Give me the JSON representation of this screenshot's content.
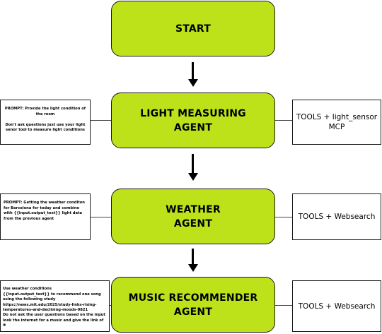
{
  "diagram": {
    "colors": {
      "node_fill": "#bde21a",
      "border": "#1a1a1a",
      "arrow": "#000000"
    },
    "nodes": [
      {
        "id": "start",
        "label": "START"
      },
      {
        "id": "light",
        "label": "LIGHT MEASURING\nAGENT"
      },
      {
        "id": "weather",
        "label": "WEATHER\nAGENT"
      },
      {
        "id": "music",
        "label": "MUSIC RECOMMENDER\nAGENT"
      }
    ],
    "tools": {
      "light": "TOOLS + light_sensor\nMCP",
      "weather": "TOOLS + Websearch",
      "music": "TOOLS + Websearch"
    },
    "prompts": {
      "light": "PROMPT: Provide the light condition of the room\n\nDon't ask questions just use your light senor tool to measure light conditions",
      "weather": "PROMPT: Getting the weather conditon for Barcelona for today and combine with {{input.output_text}} light data from the previous agent",
      "music": "Use weather conditions\n{{input.output_text}} to recommend one song using the following study https://news.mit.edu/2025/study-links-rising-temperatures-and-declining-moods-0821\nDo not ask the user questions based on the input look the internet for a music and give the link of it"
    },
    "edges": [
      {
        "from": "start",
        "to": "light"
      },
      {
        "from": "light",
        "to": "weather"
      },
      {
        "from": "weather",
        "to": "music"
      }
    ]
  }
}
